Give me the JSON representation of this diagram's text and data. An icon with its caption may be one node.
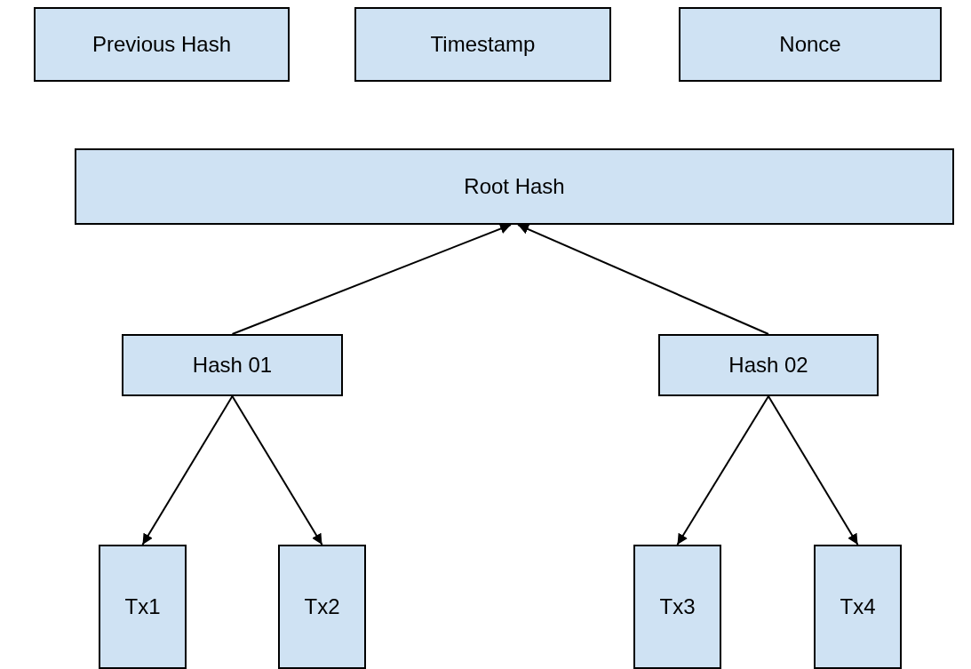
{
  "diagram": {
    "nodes": [
      {
        "text": [
          "Previous Hash"
        ]
      },
      {
        "text": [
          "Timestamp"
        ]
      },
      {
        "text": [
          "Nonce"
        ]
      },
      {
        "text": [
          "Root Hash"
        ]
      },
      {
        "text": [
          "Hash 01"
        ]
      },
      {
        "text": [
          "Hash 02"
        ]
      },
      {
        "text": [
          "Tx1"
        ]
      },
      {
        "text": [
          "Tx2"
        ]
      },
      {
        "text": [
          "Tx3"
        ]
      },
      {
        "text": [
          "Tx4"
        ]
      }
    ],
    "edges": [
      {
        "from": 4,
        "to": 3,
        "arrow": "to"
      },
      {
        "from": 5,
        "to": 3,
        "arrow": "to"
      },
      {
        "from": 4,
        "to": 6,
        "arrow": "to"
      },
      {
        "from": 4,
        "to": 7,
        "arrow": "to"
      },
      {
        "from": 5,
        "to": 8,
        "arrow": "to"
      },
      {
        "from": 5,
        "to": 9,
        "arrow": "to"
      }
    ]
  }
}
